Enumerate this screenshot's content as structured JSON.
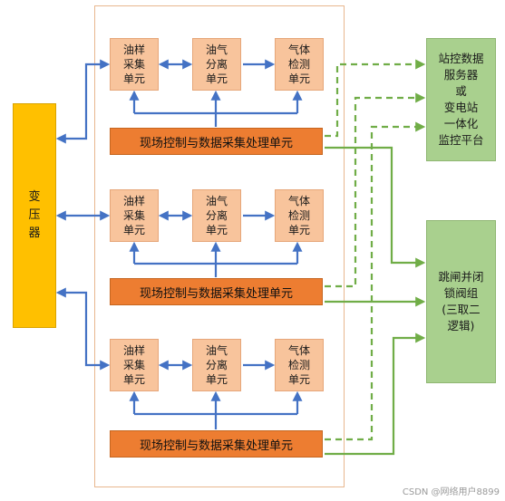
{
  "colors": {
    "transformer": "#ffc000",
    "unit": "#f8c49c",
    "processing": "#ed7d31",
    "server": "#a9d08e",
    "blue_link": "#4472c4",
    "green_link": "#70ad47"
  },
  "transformer": {
    "label": "变\n压\n器"
  },
  "groups": [
    {
      "units": [
        "油样\n采集\n单元",
        "油气\n分离\n单元",
        "气体\n检测\n单元"
      ],
      "processing": "现场控制与数据采集处理单元"
    },
    {
      "units": [
        "油样\n采集\n单元",
        "油气\n分离\n单元",
        "气体\n检测\n单元"
      ],
      "processing": "现场控制与数据采集处理单元"
    },
    {
      "units": [
        "油样\n采集\n单元",
        "油气\n分离\n单元",
        "气体\n检测\n单元"
      ],
      "processing": "现场控制与数据采集处理单元"
    }
  ],
  "server": {
    "label": "站控数据\n服务器\n或\n变电站\n一体化\n监控平台"
  },
  "trip": {
    "label": "跳闸并闭\n锁阀组\n(三取二\n逻辑)"
  },
  "watermark": "CSDN @网络用户8899"
}
